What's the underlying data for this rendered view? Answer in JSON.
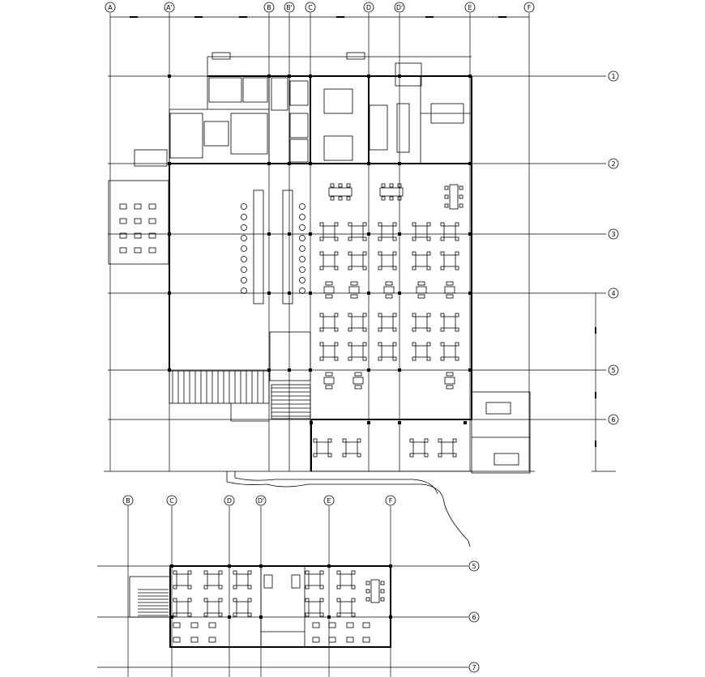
{
  "plan": {
    "top_axes": [
      "A",
      "A'",
      "B",
      "B'",
      "C",
      "D",
      "D'",
      "E",
      "F"
    ],
    "right_axes": [
      "1",
      "2",
      "3",
      "4",
      "5",
      "6"
    ],
    "lower_top_axes": [
      "B",
      "C",
      "D",
      "D'",
      "E",
      "F"
    ],
    "lower_right_axes": [
      "5",
      "6",
      "7"
    ]
  }
}
